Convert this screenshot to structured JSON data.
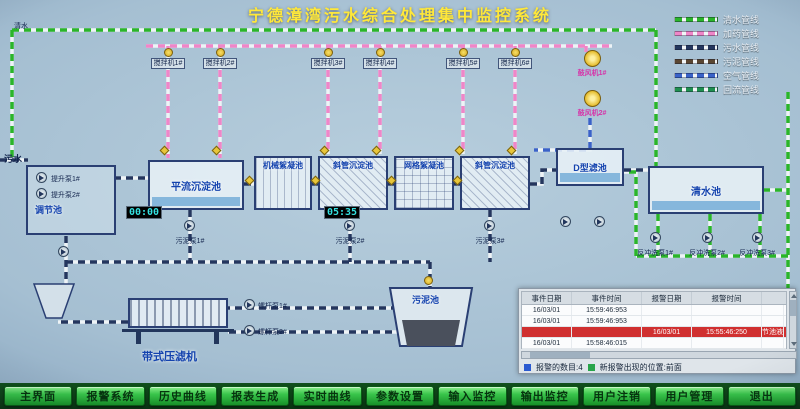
{
  "title": "宁德漳湾污水综合处理集中监控系统",
  "top_left_label": "清水",
  "inlet_label": "污水",
  "legend": {
    "items": [
      {
        "label": "清水管线",
        "color": "#2ab52a"
      },
      {
        "label": "加药管线",
        "color": "#ef86c8"
      },
      {
        "label": "污水管线",
        "color": "#24365e"
      },
      {
        "label": "污泥管线",
        "color": "#5a4632"
      },
      {
        "label": "空气管线",
        "color": "#3a62c8"
      },
      {
        "label": "回流管线",
        "color": "#1f8f4f"
      }
    ]
  },
  "mixers": [
    {
      "label": "搅拌机1#"
    },
    {
      "label": "搅拌机2#"
    },
    {
      "label": "搅拌机3#"
    },
    {
      "label": "搅拌机4#"
    },
    {
      "label": "搅拌机5#"
    },
    {
      "label": "搅拌机6#"
    }
  ],
  "blowers": [
    {
      "label": "鼓风机1#"
    },
    {
      "label": "鼓风机2#"
    }
  ],
  "tanks": {
    "regulation": "调节池",
    "horizontal_sed": "平流沉淀池",
    "mechanical_floc": "机械絮凝池",
    "inclined_sed_1": "斜管沉淀池",
    "grid_floc": "网格絮凝池",
    "inclined_sed_2": "斜管沉淀池",
    "d_filter": "D型滤池",
    "clear_water": "清水池",
    "sludge": "污泥池",
    "belt_press": "带式压滤机"
  },
  "pumps": {
    "lift1": "提升泵1#",
    "lift2": "提升泵2#",
    "sludge1": "污泥泵1#",
    "sludge2": "污泥泵2#",
    "sludge3": "污泥泵3#",
    "screw1": "螺杆泵1#",
    "screw2": "螺杆泵2#",
    "backwash1": "反冲洗泵1#",
    "backwash2": "反冲洗泵2#",
    "backwash3": "反冲洗泵3#"
  },
  "timers": {
    "timer1": "00:00",
    "timer2": "05:35"
  },
  "alarm_panel": {
    "headers": [
      "事件日期",
      "事件时间",
      "报警日期",
      "报警时间",
      ""
    ],
    "rows": [
      {
        "c1": "16/03/01",
        "c2": "15:59:46:953",
        "c3": "",
        "c4": "",
        "c5": ""
      },
      {
        "c1": "16/03/01",
        "c2": "15:59:46:953",
        "c3": "",
        "c4": "",
        "c5": ""
      },
      {
        "c1": "",
        "c2": "",
        "c3": "16/03/01",
        "c4": "15:55:46:250",
        "c5": "调节池液位"
      },
      {
        "c1": "16/03/01",
        "c2": "15:58:46:015",
        "c3": "",
        "c4": "",
        "c5": ""
      }
    ],
    "count_text": "报警的数目:4",
    "new_alarm_text": "新报警出现的位置:前面"
  },
  "colors": {
    "title_text": "#ffe83a",
    "alarm_row": "#d03030",
    "button_green": "#39c54b",
    "tank_label_blue": "#1443ae"
  },
  "nav": {
    "buttons": [
      {
        "label": "主界面"
      },
      {
        "label": "报警系统"
      },
      {
        "label": "历史曲线"
      },
      {
        "label": "报表生成"
      },
      {
        "label": "实时曲线"
      },
      {
        "label": "参数设置"
      },
      {
        "label": "输入监控"
      },
      {
        "label": "输出监控"
      },
      {
        "label": "用户注销"
      },
      {
        "label": "用户管理"
      },
      {
        "label": "退出"
      }
    ]
  }
}
